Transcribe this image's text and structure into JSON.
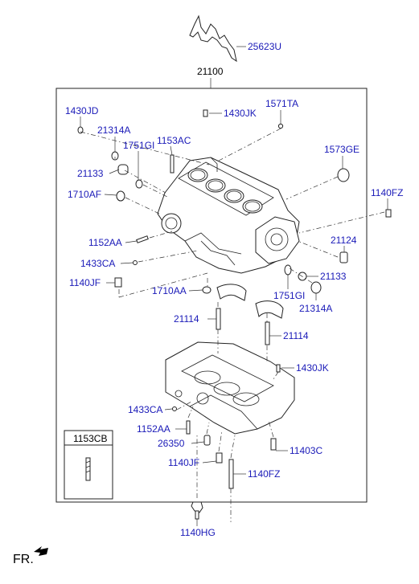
{
  "assembly_label": "21100",
  "callouts": {
    "gasket_top": "25623U",
    "p_1430JD": "1430JD",
    "p_1430JK_top": "1430JK",
    "p_1571TA": "1571TA",
    "p_21314A_left": "21314A",
    "p_1751GI_left": "1751GI",
    "p_1153AC": "1153AC",
    "p_1573GE": "1573GE",
    "p_21133_left": "21133",
    "p_1710AF": "1710AF",
    "p_1140FZ_right": "1140FZ",
    "p_1152AA_left": "1152AA",
    "p_21124": "21124",
    "p_1433CA_left": "1433CA",
    "p_21133_right": "21133",
    "p_1140JF_left": "1140JF",
    "p_1710AA": "1710AA",
    "p_1751GI_right": "1751GI",
    "p_21314A_right": "21314A",
    "p_21114_left": "21114",
    "p_21114_right": "21114",
    "p_1430JK_lower": "1430JK",
    "p_1433CA_lower": "1433CA",
    "p_1152AA_lower": "1152AA",
    "p_26350": "26350",
    "p_11403C": "11403C",
    "p_1140JF_lower": "1140JF",
    "p_1140FZ_lower": "1140FZ",
    "p_1140HG": "1140HG"
  },
  "inset_label": "1153CB",
  "front_label": "FR.",
  "colors": {
    "callout": "#1a1ab8",
    "line": "#222222"
  }
}
